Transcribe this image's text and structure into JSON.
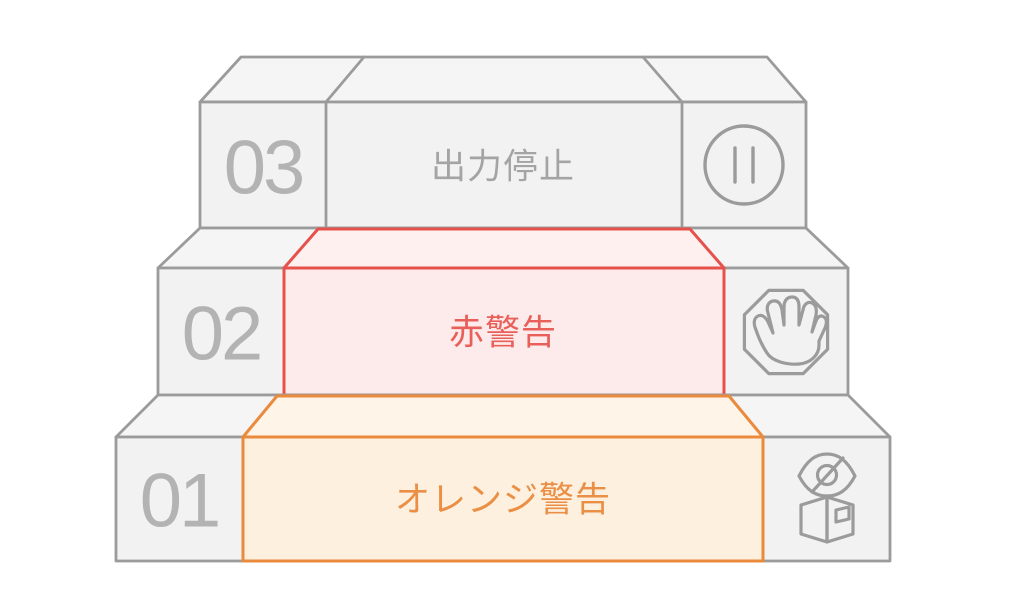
{
  "diagram": {
    "levels": [
      {
        "number": "03",
        "label": "出力停止",
        "icon": "pause-icon"
      },
      {
        "number": "02",
        "label": "赤警告",
        "icon": "stop-hand-icon"
      },
      {
        "number": "01",
        "label": "オレンジ警告",
        "icon": "eye-box-icon"
      }
    ]
  },
  "colors": {
    "background": "#ffffff",
    "face_fill": "#f2f2f3",
    "top_fill": "#f5f5f6",
    "line": "#9b9b9b",
    "icon_line": "#9b9b9b",
    "number_text": "#b3b3b3",
    "label_gray": "#a4a4a4",
    "red_line": "#e6514c",
    "red_face": "#fcebea",
    "red_top": "#fdf0ee",
    "red_text": "#e9605b",
    "orange_line": "#e98a3c",
    "orange_face": "#fdf0de",
    "orange_top": "#fef5e8",
    "orange_text": "#ea8f45"
  }
}
